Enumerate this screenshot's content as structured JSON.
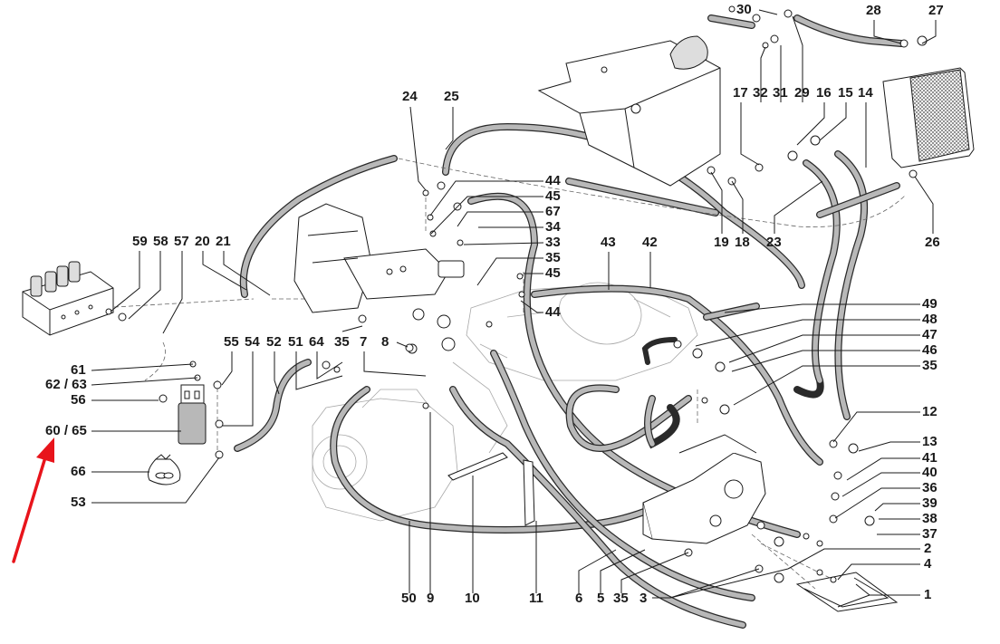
{
  "diagram": {
    "type": "exploded-parts-diagram",
    "subject": "hydraulic system hoses and components",
    "highlight": {
      "marker": "red-arrow",
      "color": "#e8141b",
      "points_to_label": "60 / 65"
    },
    "colors": {
      "line": "#1a1a1a",
      "hose_fill": "#b8b8b8",
      "hose_stroke": "#2a2a2a",
      "faint_part": "#9a9a9a",
      "background": "#ffffff"
    },
    "labels": {
      "l59": "59",
      "l58": "58",
      "l57": "57",
      "l20": "20",
      "l21": "21",
      "l24": "24",
      "l25": "25",
      "l44a": "44",
      "l45a": "45",
      "l67": "67",
      "l34": "34",
      "l33": "33",
      "l35a": "35",
      "l45b": "45",
      "l44b": "44",
      "l43": "43",
      "l42": "42",
      "l30": "30",
      "l28": "28",
      "l27": "27",
      "l17": "17",
      "l32": "32",
      "l31": "31",
      "l29": "29",
      "l16": "16",
      "l15": "15",
      "l14": "14",
      "l19": "19",
      "l18": "18",
      "l23": "23",
      "l26": "26",
      "l49": "49",
      "l48": "48",
      "l47": "47",
      "l46": "46",
      "l35b": "35",
      "l12": "12",
      "l13": "13",
      "l41": "41",
      "l40": "40",
      "l36": "36",
      "l39": "39",
      "l38": "38",
      "l37": "37",
      "l2": "2",
      "l4": "4",
      "l1": "1",
      "l55": "55",
      "l54": "54",
      "l52": "52",
      "l51": "51",
      "l64": "64",
      "l35c": "35",
      "l7": "7",
      "l8": "8",
      "l61": "61",
      "l6263": "62 / 63",
      "l56": "56",
      "l6065": "60 / 65",
      "l66": "66",
      "l53": "53",
      "l50": "50",
      "l9": "9",
      "l10": "10",
      "l11": "11",
      "l6": "6",
      "l5": "5",
      "l35d": "35",
      "l3": "3"
    }
  }
}
